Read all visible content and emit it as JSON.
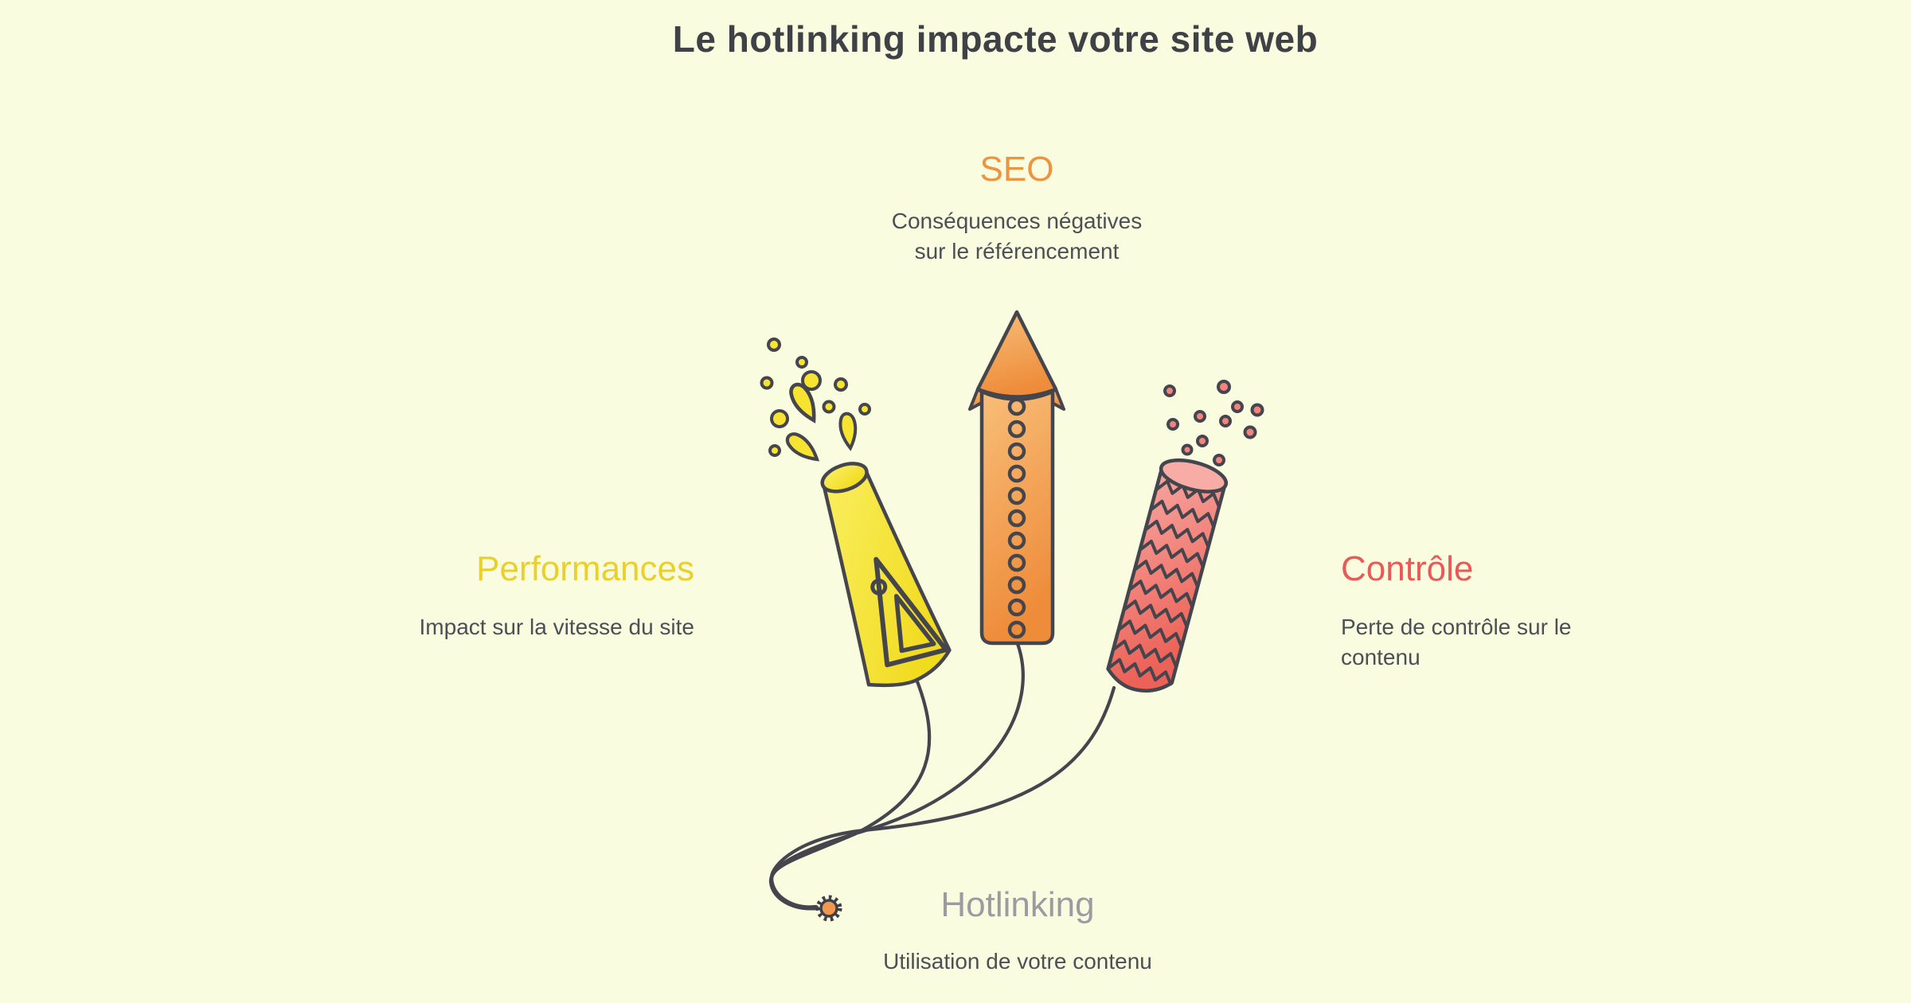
{
  "title": "Le hotlinking impacte votre site web",
  "nodes": {
    "seo": {
      "label": "SEO",
      "description": "Conséquences négatives sur le référencement"
    },
    "performances": {
      "label": "Performances",
      "description": "Impact sur la vitesse du site"
    },
    "controle": {
      "label": "Contrôle",
      "description": "Perte de contrôle sur le contenu"
    },
    "hotlinking": {
      "label": "Hotlinking",
      "description": "Utilisation de votre contenu"
    }
  },
  "palette": {
    "background": "#F9FCDF",
    "title_text": "#3E4247",
    "body_text": "#4C5054",
    "outline": "#45454E",
    "seo_orange": "#EC9440",
    "performances_yellow": "#EAD02F",
    "controle_red": "#E85A57",
    "hotlinking_gray": "#9B9BA1",
    "rocket_orange": "#F1A050",
    "cone_yellow": "#F5E32C",
    "firecracker_pink": "#F08079",
    "fuse_spark_orange": "#F0984D"
  }
}
